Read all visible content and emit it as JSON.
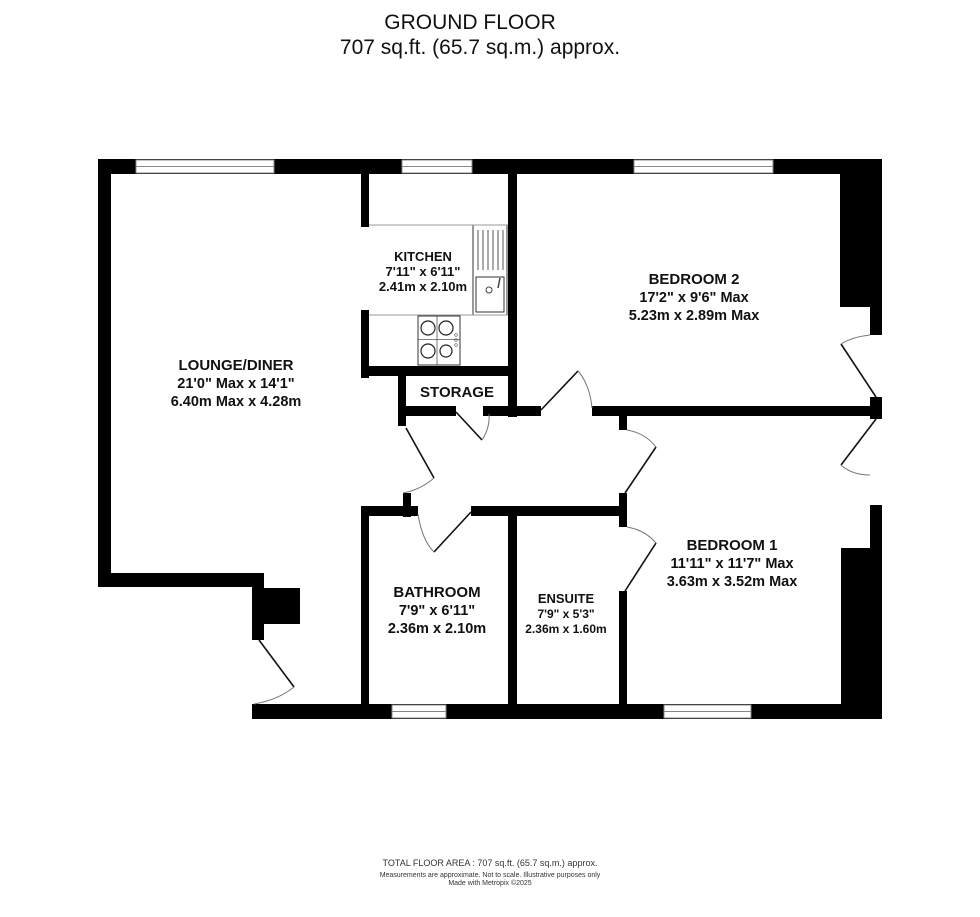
{
  "header": {
    "title": "GROUND FLOOR",
    "area": "707 sq.ft. (65.7 sq.m.) approx."
  },
  "rooms": [
    {
      "id": "lounge-diner",
      "name": "LOUNGE/DINER",
      "imperial": "21'0\" Max x 14'1\"",
      "metric": "6.40m Max x 4.28m"
    },
    {
      "id": "kitchen",
      "name": "KITCHEN",
      "imperial": "7'11\"  x 6'11\"",
      "metric": "2.41m  x 2.10m"
    },
    {
      "id": "bedroom-2",
      "name": "BEDROOM 2",
      "imperial": "17'2\"  x 9'6\" Max",
      "metric": "5.23m  x 2.89m Max"
    },
    {
      "id": "storage",
      "name": "STORAGE"
    },
    {
      "id": "bedroom-1",
      "name": "BEDROOM 1",
      "imperial": "11'11\"  x 11'7\" Max",
      "metric": "3.63m  x 3.52m Max"
    },
    {
      "id": "bathroom",
      "name": "BATHROOM",
      "imperial": "7'9\"  x 6'11\"",
      "metric": "2.36m  x 2.10m"
    },
    {
      "id": "ensuite",
      "name": "ENSUITE",
      "imperial": "7'9\"  x 5'3\"",
      "metric": "2.36m  x 1.60m"
    }
  ],
  "fixtures": {
    "sink": "sink-icon",
    "hob": "hob-icon"
  },
  "footer": {
    "total_area": "TOTAL FLOOR AREA : 707 sq.ft. (65.7 sq.m.) approx.",
    "disclaimer": "Measurements are approximate.  Not to scale.  Illustrative purposes only",
    "credit": "Made with Metropix ©2025"
  },
  "colors": {
    "wall": "#000000",
    "background": "#ffffff",
    "text": "#111111"
  }
}
